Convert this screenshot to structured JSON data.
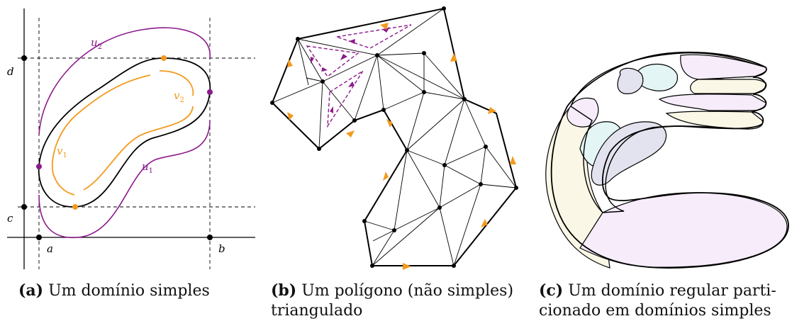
{
  "figure": {
    "panel_a": {
      "caption_tag": "(a)",
      "caption_text": "Um domínio simples",
      "labels": {
        "d": "d",
        "c": "c",
        "a": "a",
        "b": "b",
        "u1": "u",
        "u1_sub": "1",
        "u2": "u",
        "u2_sub": "2",
        "v1": "v",
        "v1_sub": "1",
        "v2": "v",
        "v2_sub": "2"
      }
    },
    "panel_b": {
      "caption_tag": "(b)",
      "caption_text_line1": "Um polígono (não simples)",
      "caption_text_line2": "triangulado"
    },
    "panel_c": {
      "caption_tag": "(c)",
      "caption_text_line1": "Um domínio regular parti-",
      "caption_text_line2": "cionado em domínios simples"
    },
    "colors": {
      "purple": "#8b1a8b",
      "orange": "#f39a1e",
      "black": "#000000",
      "pink": "#f6ecfa",
      "cyan": "#e3f5f4",
      "cream": "#fbf7e6",
      "lavender": "#e3e3f0"
    }
  }
}
